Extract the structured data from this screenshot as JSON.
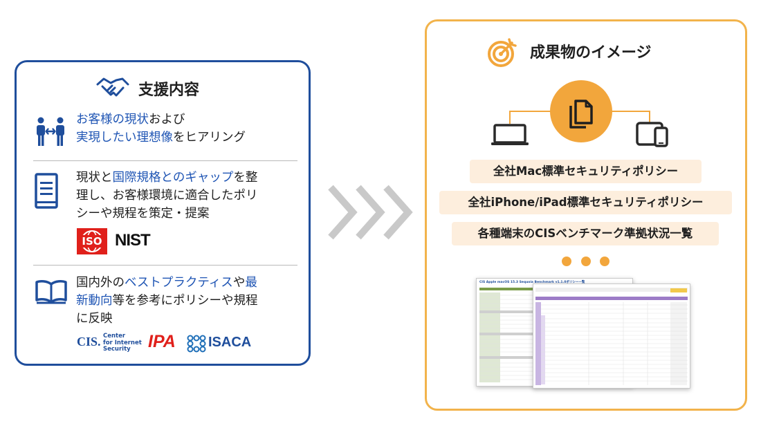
{
  "left": {
    "title": "支援内容",
    "s1": {
      "l1_blue": "お客様の現状",
      "l1_rest": "および",
      "l2_blue": "実現したい理想像",
      "l2_rest": "をヒアリング"
    },
    "s2": {
      "l1_a": "現状と",
      "l1_blue": "国際規格とのギャップ",
      "l1_b": "を整",
      "l2": "理し、お客様環境に適合したポリ",
      "l3": "シーや規程を策定・提案"
    },
    "s3": {
      "l1_a": "国内外の",
      "l1_blue": "ベストプラクティス",
      "l1_b": "や",
      "l1_blue2": "最",
      "l2_blue": "新動向",
      "l2_rest": "等を参考にポリシーや規程",
      "l3": "に反映"
    },
    "logos": {
      "iso": "ISO",
      "nist": "NIST",
      "cis_mark": "CIS.",
      "cis_text1": "Center",
      "cis_text2": "for Internet",
      "cis_text3": "Security",
      "ipa": "IPA",
      "isaca": "ISACA"
    }
  },
  "right": {
    "title": "成果物のイメージ",
    "pills": [
      "全社Mac標準セキュリティポリシー",
      "全社iPhone/iPad標準セキュリティポリシー",
      "各種端末のCISベンチマーク準拠状況一覧"
    ],
    "sheet_title": "CIS Apple macOS 15.3 Sequoia Benchmark v1.1.0ポリシー一覧"
  },
  "colors": {
    "blue": "#1f4e9c",
    "text_blue": "#1f55b4",
    "orange": "#f2a63c",
    "pill_bg": "#fdeedd",
    "iso_red": "#e0201b",
    "ipa_red": "#e0201b"
  }
}
